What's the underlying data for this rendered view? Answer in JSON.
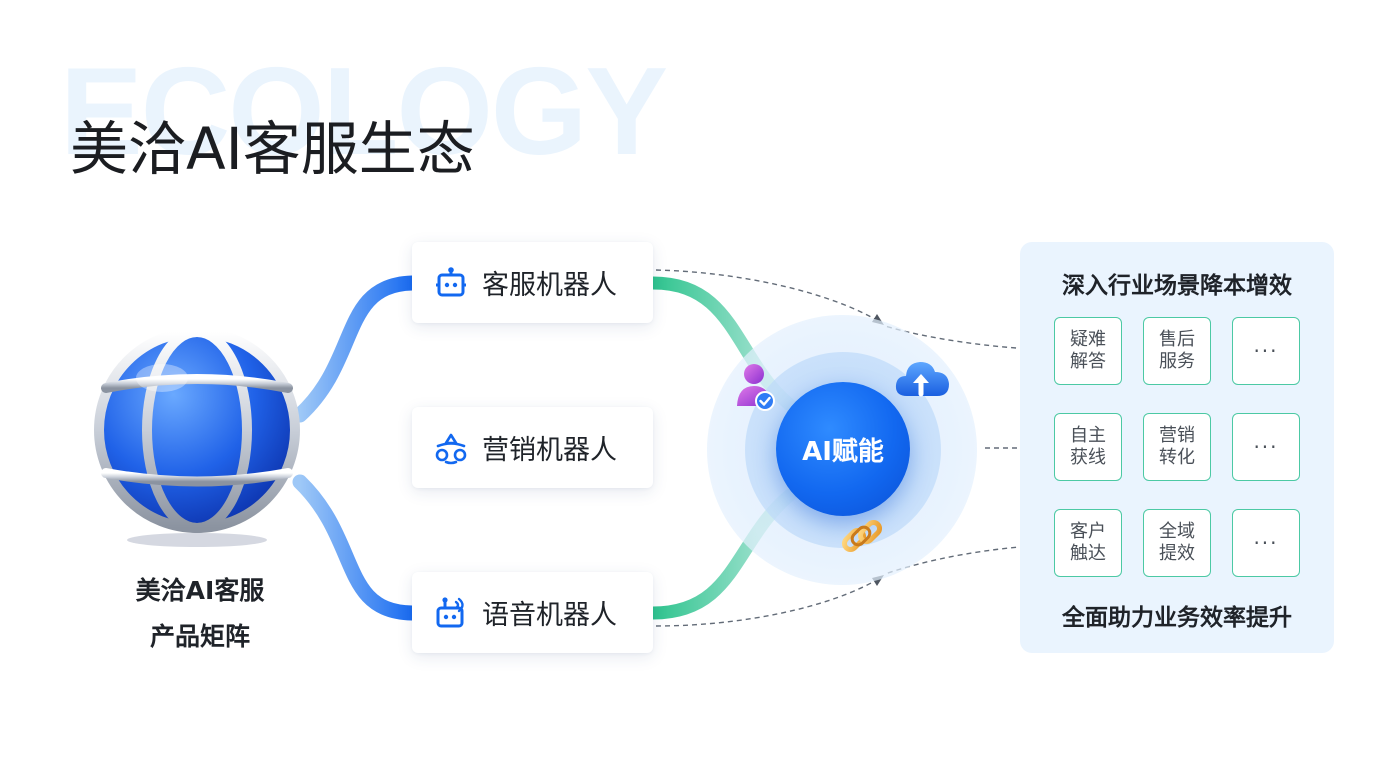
{
  "watermark": "ECOLOGY",
  "title": "美洽AI客服生态",
  "source": {
    "line1": "美洽AI客服",
    "line2": "产品矩阵"
  },
  "bots": [
    {
      "label": "客服机器人",
      "icon": "robot-icon"
    },
    {
      "label": "营销机器人",
      "icon": "network-icon"
    },
    {
      "label": "语音机器人",
      "icon": "voice-robot-icon"
    }
  ],
  "hub": {
    "label": "AI赋能"
  },
  "panel": {
    "top_title": "深入行业场景降本增效",
    "bottom_title": "全面助力业务效率提升",
    "rows": [
      [
        {
          "l1": "疑难",
          "l2": "解答"
        },
        {
          "l1": "售后",
          "l2": "服务"
        },
        {
          "more": "···"
        }
      ],
      [
        {
          "l1": "自主",
          "l2": "获线"
        },
        {
          "l1": "营销",
          "l2": "转化"
        },
        {
          "more": "···"
        }
      ],
      [
        {
          "l1": "客户",
          "l2": "触达"
        },
        {
          "l1": "全域",
          "l2": "提效"
        },
        {
          "more": "···"
        }
      ]
    ]
  },
  "colors": {
    "accent": "#1268f0",
    "green": "#3cc79a",
    "panel": "#eaf4fe"
  }
}
